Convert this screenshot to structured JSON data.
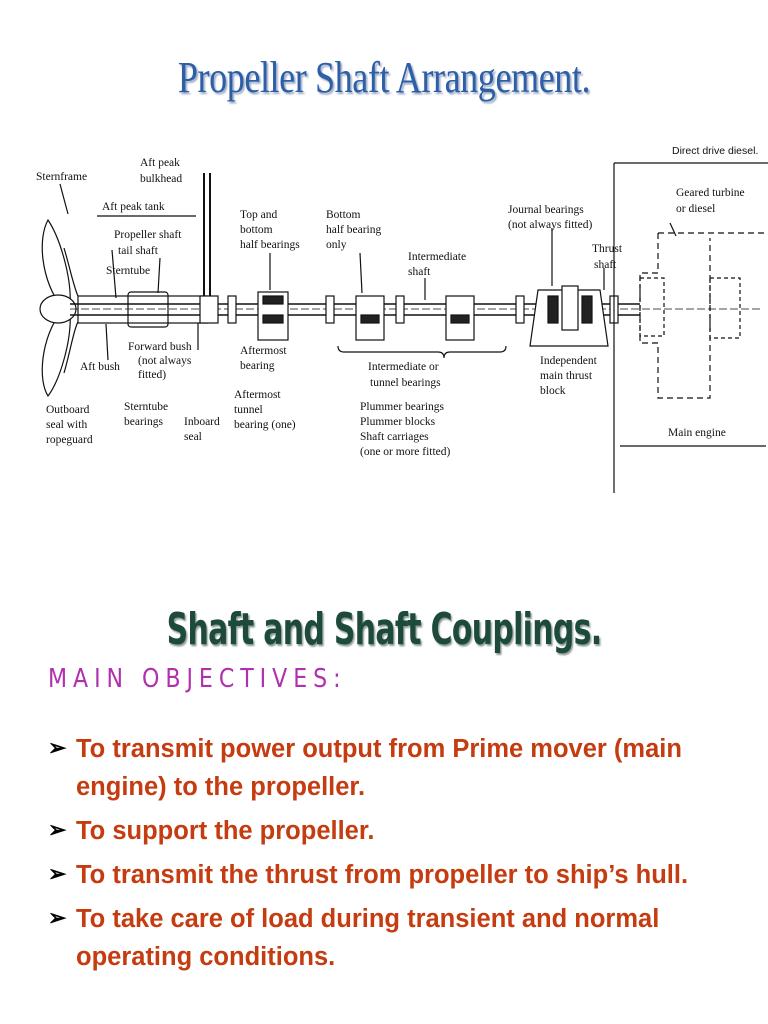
{
  "title": "Propeller Shaft Arrangement.",
  "diagram": {
    "labels": {
      "sternframe": "Sternframe",
      "aft_peak_bulkhead_1": "Aft peak",
      "aft_peak_bulkhead_2": "bulkhead",
      "aft_peak_tank": "Aft peak tank",
      "propeller_shaft_1": "Propeller shaft",
      "propeller_shaft_2": "tail shaft",
      "sterntube": "Sterntube",
      "top_bottom_1": "Top and",
      "top_bottom_2": "bottom",
      "top_bottom_3": "half bearings",
      "bottom_half_1": "Bottom",
      "bottom_half_2": "half bearing",
      "bottom_half_3": "only",
      "intermediate_shaft_1": "Intermediate",
      "intermediate_shaft_2": "shaft",
      "journal_1": "Journal bearings",
      "journal_2": "(not always fitted)",
      "thrust_shaft_1": "Thrust",
      "thrust_shaft_2": "shaft",
      "direct_drive": "Direct drive diesel.",
      "geared_1": "Geared turbine",
      "geared_2": "or diesel",
      "forward_bush_1": "Forward bush",
      "forward_bush_2": "(not always",
      "forward_bush_3": "fitted)",
      "aft_bush": "Aft bush",
      "aftermost_bearing_1": "Aftermost",
      "aftermost_bearing_2": "bearing",
      "intermediate_tunnel_1": "Intermediate or",
      "intermediate_tunnel_2": "tunnel bearings",
      "independent_1": "Independent",
      "independent_2": "main thrust",
      "independent_3": "block",
      "outboard_1": "Outboard",
      "outboard_2": "seal with",
      "outboard_3": "ropeguard",
      "sterntube_bearings_1": "Sterntube",
      "sterntube_bearings_2": "bearings",
      "inboard_1": "Inboard",
      "inboard_2": "seal",
      "aftermost_tunnel_1": "Aftermost",
      "aftermost_tunnel_2": "tunnel",
      "aftermost_tunnel_3": "bearing (one)",
      "plummer_1": "Plummer bearings",
      "plummer_2": "Plummer blocks",
      "plummer_3": "Shaft carriages",
      "plummer_4": "(one or more fitted)",
      "main_engine": "Main engine"
    }
  },
  "section_title": "Shaft and Shaft Couplings.",
  "objectives_heading": "MAIN OBJECTIVES:",
  "bullet_symbol": "➢",
  "bullets": [
    "To transmit power output from  Prime mover (main engine) to the propeller.",
    "To support the propeller.",
    "To transmit the thrust from propeller to ship’s hull.",
    "To take care of load during transient and normal operating conditions."
  ],
  "colors": {
    "title": "#2d5fa6",
    "section_title": "#1e4a3c",
    "objectives": "#b030b0",
    "bullet_text": "#c43c10"
  }
}
